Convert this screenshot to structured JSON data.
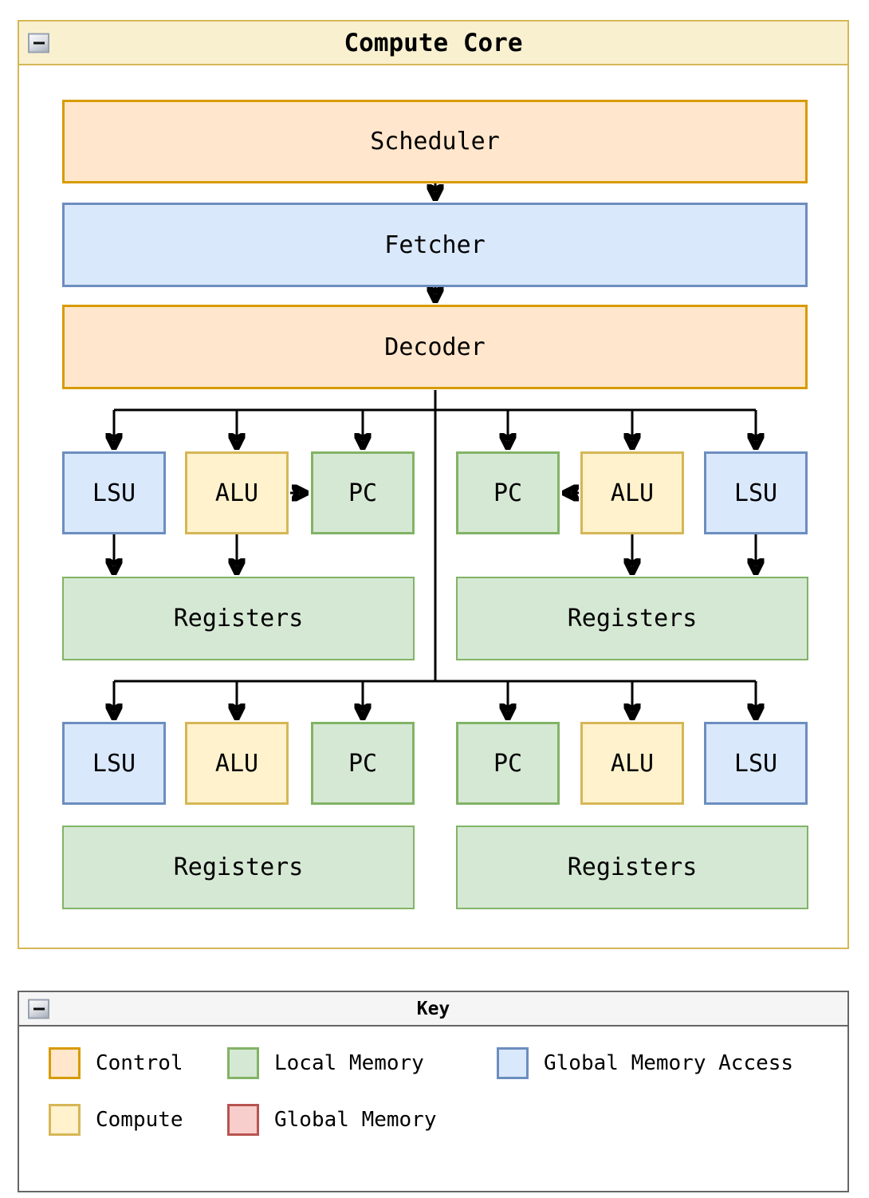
{
  "main_window": {
    "title": "Compute Core",
    "collapse_icon": "minus-icon",
    "pipeline": [
      {
        "label": "Scheduler",
        "type": "control"
      },
      {
        "label": "Fetcher",
        "type": "global-memory-access"
      },
      {
        "label": "Decoder",
        "type": "control"
      }
    ],
    "quadrants": [
      {
        "units": [
          {
            "label": "LSU"
          },
          {
            "label": "ALU"
          },
          {
            "label": "PC"
          }
        ],
        "registers_label": "Registers"
      },
      {
        "units": [
          {
            "label": "PC"
          },
          {
            "label": "ALU"
          },
          {
            "label": "LSU"
          }
        ],
        "registers_label": "Registers"
      },
      {
        "units": [
          {
            "label": "LSU"
          },
          {
            "label": "ALU"
          },
          {
            "label": "PC"
          }
        ],
        "registers_label": "Registers"
      },
      {
        "units": [
          {
            "label": "PC"
          },
          {
            "label": "ALU"
          },
          {
            "label": "LSU"
          }
        ],
        "registers_label": "Registers"
      }
    ]
  },
  "key_window": {
    "title": "Key",
    "collapse_icon": "minus-icon",
    "items": [
      {
        "label": "Control",
        "fill": "#FFE6CC",
        "stroke": "#D79B00"
      },
      {
        "label": "Local Memory",
        "fill": "#D5E8D4",
        "stroke": "#82B366"
      },
      {
        "label": "Global Memory Access",
        "fill": "#DAE8FC",
        "stroke": "#6C8EBF"
      },
      {
        "label": "Compute",
        "fill": "#FFF2CC",
        "stroke": "#D6B656"
      },
      {
        "label": "Global Memory",
        "fill": "#F8CECC",
        "stroke": "#B85450"
      }
    ]
  },
  "colors": {
    "control_fill": "#FFE6CC",
    "control_stroke": "#D79B00",
    "compute_fill": "#FFF2CC",
    "compute_stroke": "#D6B656",
    "local_memory_fill": "#D5E8D4",
    "local_memory_stroke": "#82B366",
    "global_access_fill": "#DAE8FC",
    "global_access_stroke": "#6C8EBF",
    "global_memory_fill": "#F8CECC",
    "global_memory_stroke": "#B85450",
    "window_title_fill": "#F9F0D0",
    "window_border": "#D6B656",
    "key_title_fill": "#F5F5F5",
    "key_border": "#666666",
    "connector": "#000000"
  }
}
